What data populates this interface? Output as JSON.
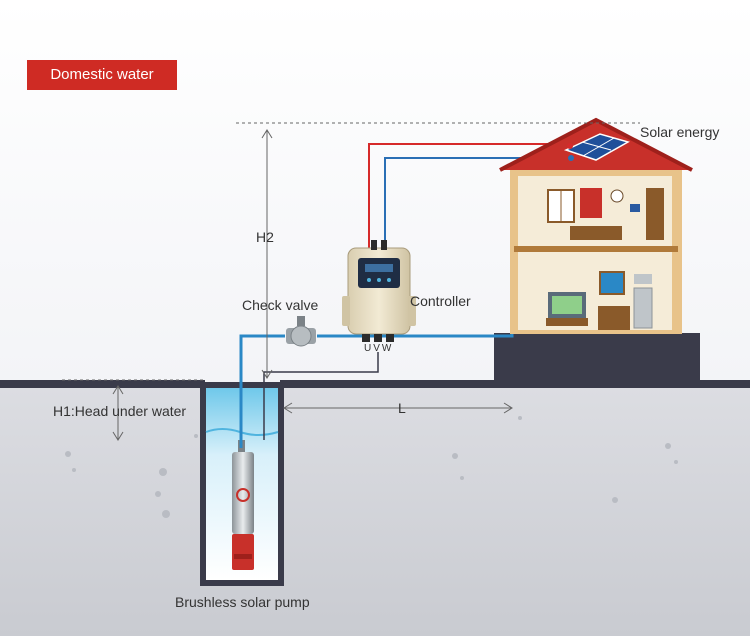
{
  "header": {
    "badge": "Domestic water"
  },
  "labels": {
    "solar_energy": "Solar energy",
    "h2": "H2",
    "check_valve": "Check valve",
    "controller": "Controller",
    "uvw": "UVW",
    "h1": "H1:Head under water",
    "l": "L",
    "pump": "Brushless solar pump"
  },
  "colors": {
    "accent": "#cf2b24",
    "pipe": "#2a88c6",
    "power_positive": "#d62a2a",
    "power_negative": "#2a6fb5",
    "ground": "#3a3b4a",
    "roof": "#c8302a"
  }
}
